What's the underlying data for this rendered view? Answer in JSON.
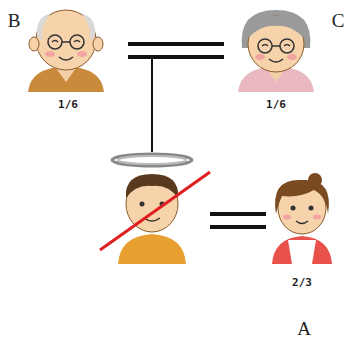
{
  "diagram": {
    "labels": [
      "B",
      "C",
      "1/6",
      "1/6",
      "2/3",
      "A"
    ]
  }
}
